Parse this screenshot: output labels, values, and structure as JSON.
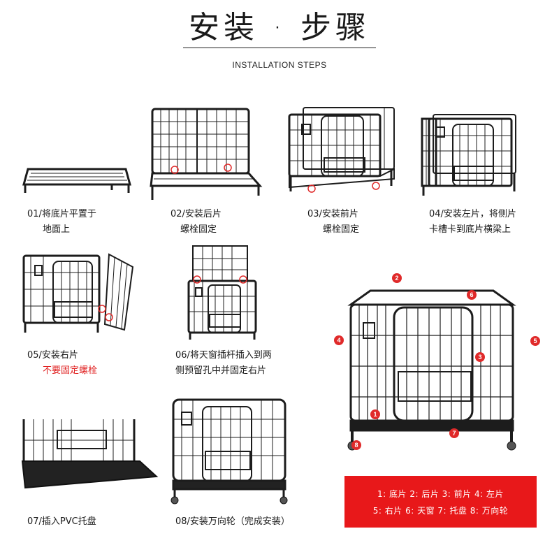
{
  "header": {
    "title": "安装 · 步骤",
    "subtitle": "INSTALLATION STEPS"
  },
  "steps": [
    {
      "line1": "01/将底片平置于",
      "line2": "地面上"
    },
    {
      "line1": "02/安装后片",
      "line2": "螺栓固定"
    },
    {
      "line1": "03/安装前片",
      "line2": "螺栓固定"
    },
    {
      "line1": "04/安装左片，将侧片",
      "line2": "卡槽卡到底片横梁上"
    },
    {
      "line1": "05/安装右片",
      "line2": "不要固定螺栓"
    },
    {
      "line1": "06/将天窗插杆插入到两",
      "line2": "侧预留孔中并固定右片"
    },
    {
      "line1": "07/插入PVC托盘"
    },
    {
      "line1": "08/安装万向轮（完成安装）"
    }
  ],
  "markers": [
    "1",
    "2",
    "3",
    "4",
    "5",
    "6",
    "7",
    "8"
  ],
  "legend": {
    "row1": "1: 底片 2: 后片 3: 前片 4: 左片",
    "row2": "5: 右片 6: 天窗 7: 托盘 8: 万向轮"
  },
  "colors": {
    "accent_red": "#e8181a",
    "frame_black": "#1c1c1c",
    "highlight_red": "#e02a2a"
  }
}
